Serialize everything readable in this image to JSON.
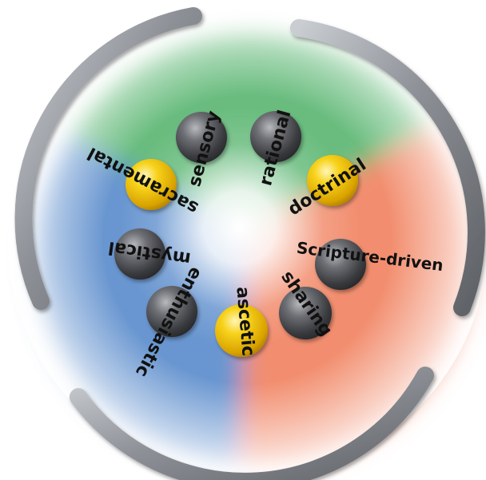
{
  "diagram": {
    "sectors": [
      {
        "name": "green",
        "color": "#4fb069"
      },
      {
        "name": "orange",
        "color": "#f07a55"
      },
      {
        "name": "blue",
        "color": "#4f84c8"
      }
    ],
    "nodes": [
      {
        "id": "sensory",
        "label": "sensory",
        "style": "gray"
      },
      {
        "id": "rational",
        "label": "rational",
        "style": "gray"
      },
      {
        "id": "doctrinal",
        "label": "doctrinal",
        "style": "yellow"
      },
      {
        "id": "scripture-driven",
        "label": "Scripture-driven",
        "style": "gray"
      },
      {
        "id": "sharing",
        "label": "sharing",
        "style": "gray"
      },
      {
        "id": "ascetic",
        "label": "ascetic",
        "style": "yellow"
      },
      {
        "id": "enthusiastic",
        "label": "enthusiastic",
        "style": "gray"
      },
      {
        "id": "mystical",
        "label": "mystical",
        "style": "gray"
      },
      {
        "id": "sacramental",
        "label": "sacramental",
        "style": "yellow"
      }
    ],
    "colors": {
      "gray_ball": "#4a4a4a",
      "yellow_ball": "#f2c200",
      "ring": "#8a8d92",
      "label": "#111111"
    }
  }
}
